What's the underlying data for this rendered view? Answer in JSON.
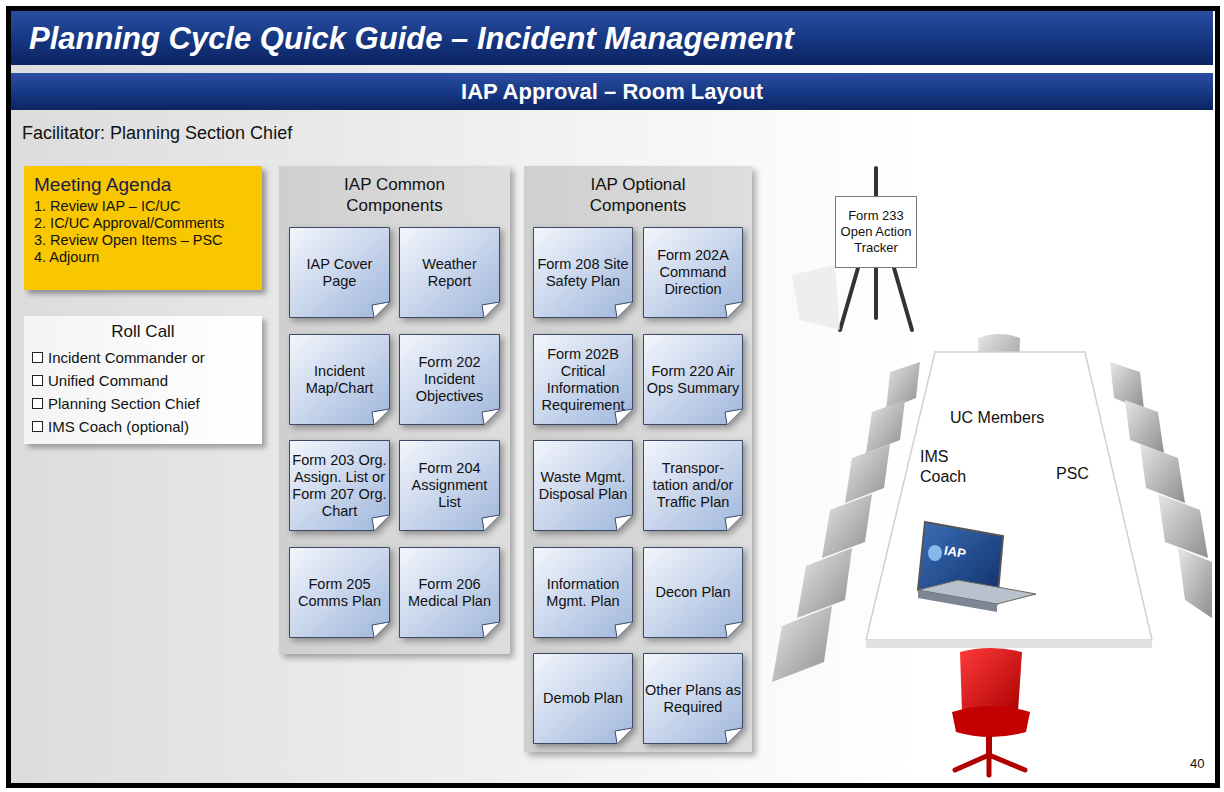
{
  "diagram": {
    "title": "Planning Cycle Quick Guide – Incident Management",
    "nodes": [
      {
        "text": [
          "IAP Approval – Room Layout"
        ]
      },
      {
        "text": [
          "Meeting Agenda",
          "1. Review IAP – IC/UC",
          "2. IC/UC Approval/Comments",
          "3. Review Open Items – PSC",
          "4. Adjourn"
        ]
      },
      {
        "text": [
          "Roll Call",
          "Incident Commander or",
          "Unified Command",
          "Planning Section Chief",
          "IMS Coach (optional)"
        ]
      },
      {
        "text": [
          "IAP Common Components"
        ]
      },
      {
        "text": [
          "IAP Cover Page"
        ],
        "in": 3
      },
      {
        "text": [
          "Weather Report"
        ],
        "in": 3
      },
      {
        "text": [
          "Incident Map/Chart"
        ],
        "in": 3
      },
      {
        "text": [
          "Form 202 Incident Objectives"
        ],
        "in": 3
      },
      {
        "text": [
          "Form 203 Org. Assign. List or Form 207 Org. Chart"
        ],
        "in": 3
      },
      {
        "text": [
          "Form 204 Assignment List"
        ],
        "in": 3
      },
      {
        "text": [
          "Form 205 Comms Plan"
        ],
        "in": 3
      },
      {
        "text": [
          "Form 206 Medical Plan"
        ],
        "in": 3
      },
      {
        "text": [
          "IAP Optional Components"
        ]
      },
      {
        "text": [
          "Form 208 Site Safety Plan"
        ],
        "in": 12
      },
      {
        "text": [
          "Form 202A Command Direction"
        ],
        "in": 12
      },
      {
        "text": [
          "Form 202B Critical Information Requirement"
        ],
        "in": 12
      },
      {
        "text": [
          "Form 220 Air Ops Summary"
        ],
        "in": 12
      },
      {
        "text": [
          "Waste Mgmt. Disposal Plan"
        ],
        "in": 12
      },
      {
        "text": [
          "Transpor- tation and/or Traffic Plan"
        ],
        "in": 12
      },
      {
        "text": [
          "Information Mgmt. Plan"
        ],
        "in": 12
      },
      {
        "text": [
          "Decon Plan"
        ],
        "in": 12
      },
      {
        "text": [
          "Demob Plan"
        ],
        "in": 12
      },
      {
        "text": [
          "Other Plans as Required"
        ],
        "in": 12
      },
      {
        "text": [
          "Form 233 Open Action Tracker"
        ]
      }
    ],
    "labels": [
      "Facilitator: Planning Section Chief",
      "UC Members",
      "IMS Coach",
      "PSC",
      "IAP",
      "40"
    ]
  }
}
